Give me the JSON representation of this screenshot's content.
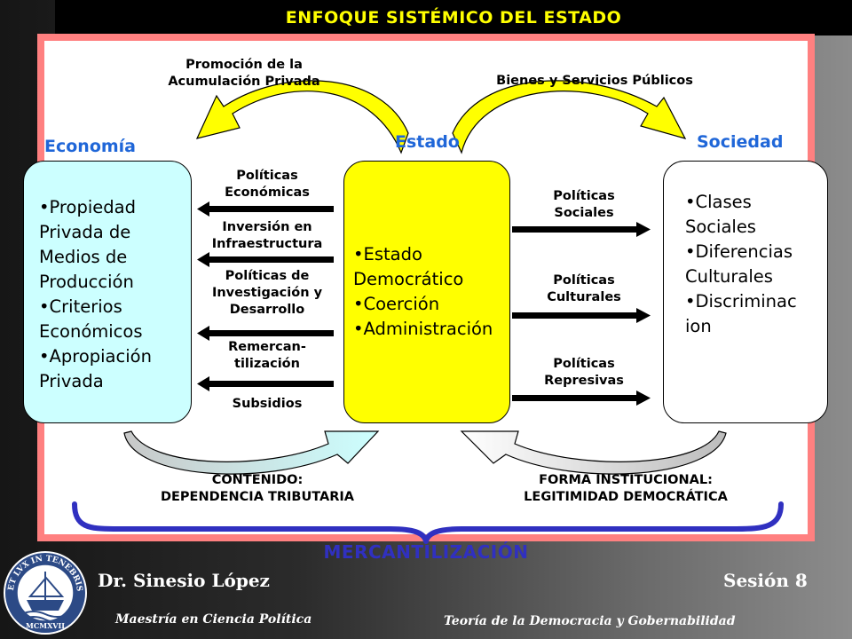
{
  "title": "ENFOQUE SISTÉMICO DEL ESTADO",
  "labels": {
    "promocion_1": "Promoción de la",
    "promocion_2": "Acumulación Privada",
    "bienes": "Bienes y Servicios Públicos",
    "economia": "Economía",
    "estado": "Estado",
    "sociedad": "Sociedad"
  },
  "economia_items": [
    "Propiedad Privada de Medios de Producción",
    "Criterios Económicos",
    "Apropiación Privada"
  ],
  "estado_items": [
    "Estado Democrático",
    "Coerción",
    "Administración"
  ],
  "sociedad_items": [
    "Clases Sociales",
    "Diferencias Culturales",
    "Discriminac ion"
  ],
  "left_arrows": {
    "politicas_economicas": [
      "Políticas",
      "Económicas"
    ],
    "inversion": [
      "Inversión en",
      "Infraestructura"
    ],
    "investigacion": [
      "Políticas de",
      "Investigación y",
      "Desarrollo"
    ],
    "remercan": [
      "Remercan-",
      "tilización"
    ],
    "subsidios": "Subsidios"
  },
  "right_arrows": {
    "sociales": [
      "Políticas",
      "Sociales"
    ],
    "culturales": [
      "Políticas",
      "Culturales"
    ],
    "represivas": [
      "Políticas",
      "Represivas"
    ]
  },
  "bottom": {
    "contenido_1": "CONTENIDO:",
    "contenido_2": "DEPENDENCIA TRIBUTARIA",
    "forma_1": "FORMA INSTITUCIONAL:",
    "forma_2": "LEGITIMIDAD DEMOCRÁTICA",
    "mercantilizacion": "MERCANTILIZACIÓN"
  },
  "footer": {
    "author": "Dr. Sinesio López",
    "program": "Maestría en Ciencia Política",
    "session": "Sesión 8",
    "course": "Teoría de la Democracia y Gobernabilidad"
  },
  "logo": {
    "motto": "ET LVX IN TENEBRIS LVCET",
    "year": "MCMXVII"
  },
  "colors": {
    "frame": "#ff8080",
    "title_text": "#ffff00",
    "section_labels": "#1f66d8",
    "economia_box": "#ccffff",
    "estado_box": "#ffff00",
    "curved_arrows": "#ffff00",
    "bottom_left_arrow": "#ccffff",
    "brace": "#3030c0"
  }
}
